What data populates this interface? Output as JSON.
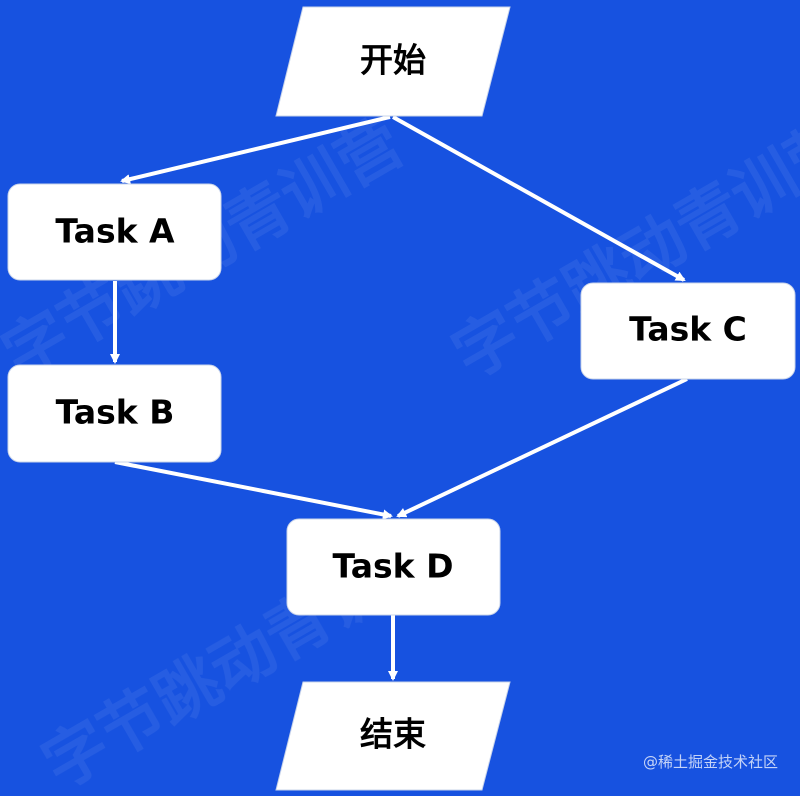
{
  "colors": {
    "background": "#1752e0",
    "node_fill": "#ffffff",
    "node_stroke": "#c9d4ea",
    "edge": "#ffffff",
    "text": "#000000"
  },
  "watermark": {
    "text": "字节跳动青训营"
  },
  "credit": {
    "text": "@稀土掘金技术社区"
  },
  "nodes": {
    "start": {
      "label": "开始",
      "shape": "parallelogram"
    },
    "task_a": {
      "label": "Task A",
      "shape": "rounded-rect"
    },
    "task_b": {
      "label": "Task B",
      "shape": "rounded-rect"
    },
    "task_c": {
      "label": "Task C",
      "shape": "rounded-rect"
    },
    "task_d": {
      "label": "Task D",
      "shape": "rounded-rect"
    },
    "end": {
      "label": "结束",
      "shape": "parallelogram"
    }
  },
  "edges": [
    {
      "from": "start",
      "to": "task_a"
    },
    {
      "from": "start",
      "to": "task_c"
    },
    {
      "from": "task_a",
      "to": "task_b"
    },
    {
      "from": "task_b",
      "to": "task_d"
    },
    {
      "from": "task_c",
      "to": "task_d"
    },
    {
      "from": "task_d",
      "to": "end"
    }
  ]
}
